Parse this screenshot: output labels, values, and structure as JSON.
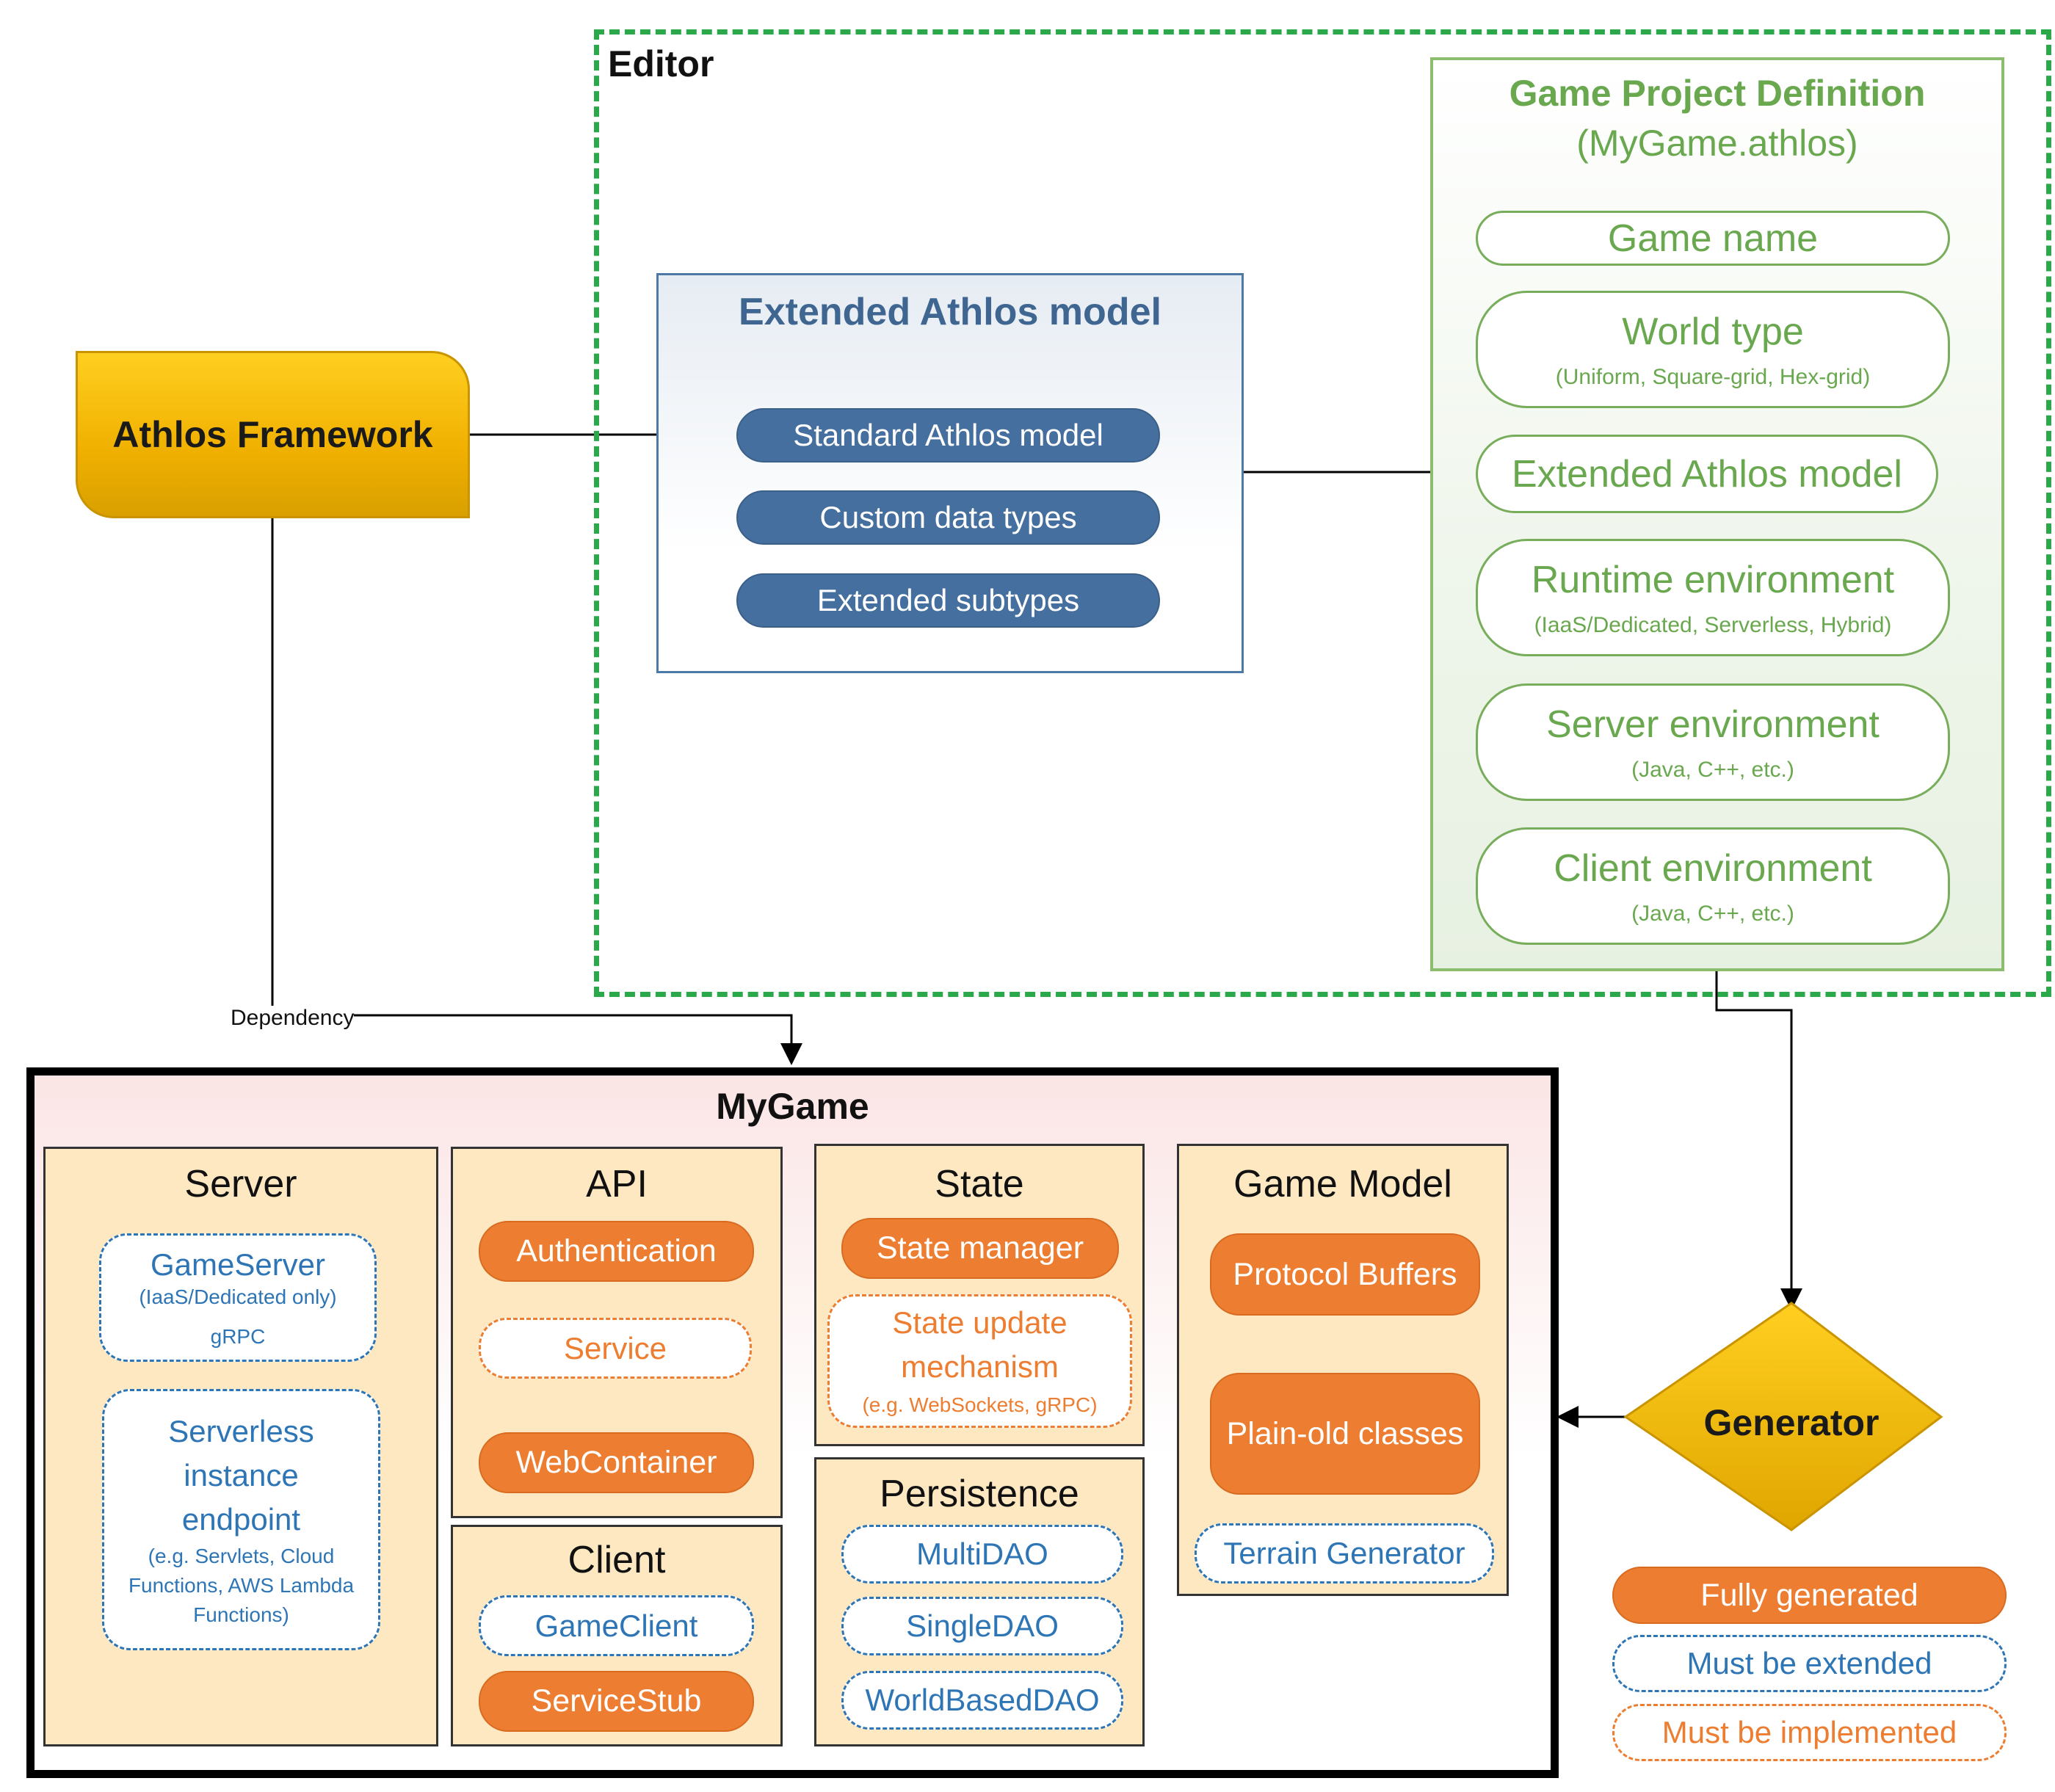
{
  "athlos_framework": {
    "label": "Athlos Framework"
  },
  "dependency_label": "Dependency",
  "editor": {
    "title": "Editor",
    "extended_model": {
      "title": "Extended Athlos model",
      "items": [
        "Standard Athlos model",
        "Custom data types",
        "Extended subtypes"
      ]
    },
    "game_project_definition": {
      "title": "Game Project Definition",
      "subtitle": "(MyGame.athlos)",
      "items": [
        {
          "label": "Game name",
          "note": ""
        },
        {
          "label": "World type",
          "note": "(Uniform, Square-grid,  Hex-grid)"
        },
        {
          "label": "Extended Athlos model",
          "note": ""
        },
        {
          "label": "Runtime environment",
          "note": "(IaaS/Dedicated, Serverless, Hybrid)"
        },
        {
          "label": "Server environment",
          "note": "(Java, C++, etc.)"
        },
        {
          "label": "Client environment",
          "note": "(Java, C++, etc.)"
        }
      ]
    }
  },
  "generator": {
    "label": "Generator"
  },
  "mygame": {
    "title": "MyGame",
    "server": {
      "title": "Server",
      "game_server": {
        "label": "GameServer",
        "note1": "(IaaS/Dedicated only)",
        "note2": "gRPC"
      },
      "serverless": {
        "line1": "Serverless",
        "line2": "instance",
        "line3": "endpoint",
        "note": "(e.g. Servlets, Cloud Functions, AWS Lambda Functions)"
      }
    },
    "api": {
      "title": "API",
      "authentication": "Authentication",
      "service": "Service",
      "web_container": "WebContainer"
    },
    "client": {
      "title": "Client",
      "game_client": "GameClient",
      "service_stub": "ServiceStub"
    },
    "state": {
      "title": "State",
      "state_manager": "State manager",
      "update_line1": "State update",
      "update_line2": "mechanism",
      "update_note": "(e.g. WebSockets, gRPC)"
    },
    "persistence": {
      "title": "Persistence",
      "multi": "MultiDAO",
      "single": "SingleDAO",
      "world": "WorldBasedDAO"
    },
    "game_model": {
      "title": "Game Model",
      "protocol_buffers": "Protocol Buffers",
      "plain_old_classes": "Plain-old classes",
      "terrain_generator": "Terrain Generator"
    }
  },
  "legend": {
    "fully_generated": "Fully generated",
    "must_be_extended": "Must be extended",
    "must_be_implemented": "Must be implemented"
  },
  "colors": {
    "orange": "#ed7d31",
    "blue": "#2e75b6",
    "green": "#6aa84f",
    "gold": "#f0b000",
    "editor_border": "#2aa84a",
    "model_blue": "#456f9e"
  }
}
